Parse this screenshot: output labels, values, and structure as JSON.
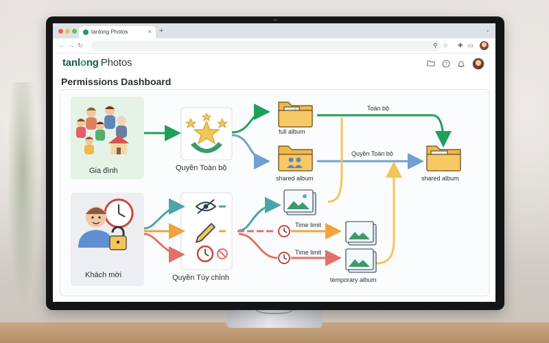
{
  "browser": {
    "tab_title": "tanlong Photos",
    "tab_close": "×",
    "new_tab": "+"
  },
  "app": {
    "logo_prefix": "tanl",
    "logo_o": "o",
    "logo_suffix": "ng",
    "logo_product": "Photos"
  },
  "header_icons": [
    "folder-icon",
    "help-icon",
    "bell-icon",
    "user-avatar"
  ],
  "page": {
    "title": "Permissions Dashboard"
  },
  "diagram": {
    "groups": {
      "family": "Gia đình",
      "guest": "Khách mời"
    },
    "permissions": {
      "full": "Quyền Toàn bộ",
      "custom": "Quyền Tùy chỉnh"
    },
    "albums": {
      "full_album": "full album",
      "shared_album": "shared album",
      "shared_album_right": "shared album",
      "temporary_album": "temporary album"
    },
    "edge_labels": {
      "toan_bo": "Toàn bộ",
      "quyen_toan_bo": "Quyền Toàn bộ",
      "time_limit_1": "Time limit",
      "time_limit_2": "Time limit"
    }
  },
  "colors": {
    "green": "#1e9f5a",
    "blue": "#6fa0cf",
    "yellow": "#f2c55a",
    "teal": "#4aa4a8",
    "orange": "#f3a23c",
    "red": "#e07068",
    "folder": "#f0b74a"
  }
}
